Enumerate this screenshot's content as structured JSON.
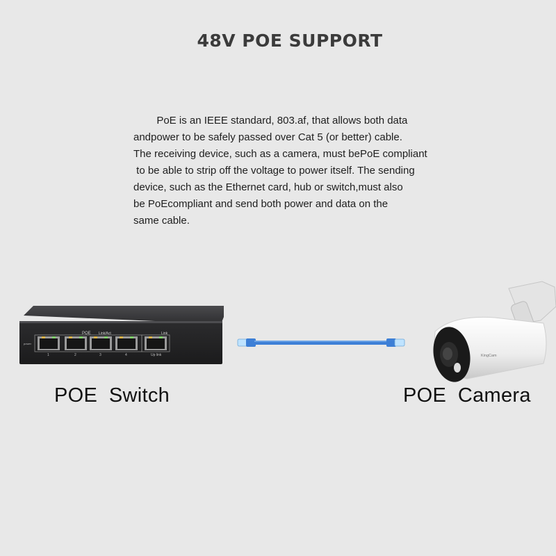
{
  "heading": "48V POE SUPPORT",
  "description_lines": [
    "        PoE is an IEEE standard, 803.af, that allows both data",
    "andpower to be safely passed over Cat 5 (or better) cable.",
    "The receiving device, such as a camera, must bePoE compliant",
    " to be able to strip off the voltage to power itself. The sending",
    "device, such as the Ethernet card, hub or switch,must also",
    "be PoEcompliant and send both power and data on the",
    "same cable."
  ],
  "switch": {
    "caption": "POE  Switch",
    "panel_poe": "POE",
    "panel_link_act": "Link/Act",
    "panel_link": "Link",
    "panel_power": "power",
    "panel_uplink": "Up link",
    "port_numbers": [
      "1",
      "2",
      "3",
      "4"
    ]
  },
  "camera": {
    "caption": "POE  Camera",
    "brand": "KingCam"
  },
  "colors": {
    "background": "#e8e8e8",
    "cable": "#3d7fd6",
    "switch_body": "#2a2a2c"
  }
}
